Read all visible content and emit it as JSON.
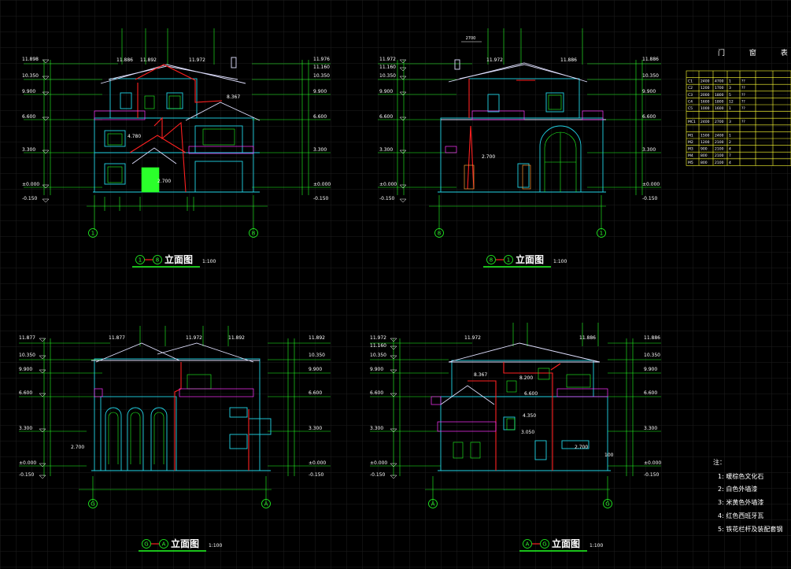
{
  "drawings": [
    {
      "id": "elev-1-8",
      "title": "立面图",
      "scale": "1:100",
      "axis_left": "1",
      "axis_right": "8",
      "levels_left": [
        "11.898",
        "10.350",
        "9.900",
        "6.600",
        "3.300",
        "±0.000",
        "-0.150"
      ],
      "levels_right": [
        "11.976",
        "11.160",
        "10.350",
        "9.900",
        "6.600",
        "3.300",
        "±0.000",
        "-0.150"
      ],
      "top_marks": [
        "11.886",
        "11.892",
        "11.972"
      ],
      "mid_marks": [
        "8.367",
        "4.780",
        "2.700"
      ]
    },
    {
      "id": "elev-8-1",
      "title": "立面图",
      "scale": "1:100",
      "axis_left": "8",
      "axis_right": "1",
      "levels_left": [
        "11.972",
        "11.160",
        "10.350",
        "9.900",
        "6.600",
        "3.300",
        "±0.000",
        "-0.150"
      ],
      "levels_right": [
        "11.886",
        "10.350",
        "9.900",
        "6.600",
        "3.300",
        "±0.000",
        "-0.150"
      ],
      "top_marks": [
        "11.972",
        "11.886"
      ],
      "mid_marks": [
        "2.700"
      ],
      "top_dim": "2700"
    },
    {
      "id": "elev-g-a",
      "title": "立面图",
      "scale": "1:100",
      "axis_left": "G",
      "axis_right": "A",
      "levels_left": [
        "11.877",
        "10.350",
        "9.900",
        "6.600",
        "3.300",
        "±0.000",
        "-0.150"
      ],
      "levels_right": [
        "11.892",
        "10.350",
        "9.900",
        "6.600",
        "3.300",
        "±0.000",
        "-0.150"
      ],
      "top_marks": [
        "11.877",
        "11.972",
        "11.892"
      ],
      "mid_marks": [
        "2.700"
      ]
    },
    {
      "id": "elev-a-g",
      "title": "立面图",
      "scale": "1:100",
      "axis_left": "A",
      "axis_right": "G",
      "levels_left": [
        "11.972",
        "11.160",
        "10.350",
        "9.900",
        "6.600",
        "3.300",
        "±0.000",
        "-0.150"
      ],
      "levels_right": [
        "11.886",
        "10.350",
        "9.900",
        "6.600",
        "3.300",
        "±0.000",
        "-0.150"
      ],
      "top_marks": [
        "11.972",
        "11.886"
      ],
      "mid_marks": [
        "8.367",
        "8.200",
        "6.600",
        "4.350",
        "3.050",
        "2.700",
        "100"
      ]
    }
  ],
  "door_window_table": {
    "title": "门 窗 表",
    "rows": [
      [
        "C1",
        "2400",
        "4700",
        "1",
        "??"
      ],
      [
        "C2",
        "1200",
        "1700",
        "3",
        "??"
      ],
      [
        "C3",
        "2000",
        "1800",
        "5",
        "??"
      ],
      [
        "C4",
        "1600",
        "1800",
        "12",
        "??"
      ],
      [
        "C5",
        "1000",
        "1600",
        "1",
        "??"
      ],
      [
        "MC1",
        "2400",
        "2700",
        "3",
        "??"
      ],
      [
        "M1",
        "1500",
        "2400",
        "1",
        ""
      ],
      [
        "M2",
        "1200",
        "2100",
        "2",
        ""
      ],
      [
        "M3",
        "900",
        "2100",
        "4",
        ""
      ],
      [
        "M4",
        "800",
        "2100",
        "7",
        ""
      ],
      [
        "M5",
        "800",
        "2100",
        "4",
        ""
      ]
    ]
  },
  "notes": {
    "heading": "注：",
    "items": [
      "1:  暖棕色文化石",
      "2:  白色外墙漆",
      "3:  米黄色外墙漆",
      "4:  红色西班牙瓦",
      "5:  铁花栏杆及装配套钢"
    ]
  },
  "colors": {
    "background": "#000000",
    "grid": "#1e1e1e",
    "wall": "#22d4e6",
    "roof": "#e0e0ff",
    "red_line": "#ff2020",
    "green": "#22ff22",
    "green_fill": "#2bff2b",
    "magenta": "#ff33ff",
    "yellow": "#ffff33",
    "white": "#ffffff"
  }
}
